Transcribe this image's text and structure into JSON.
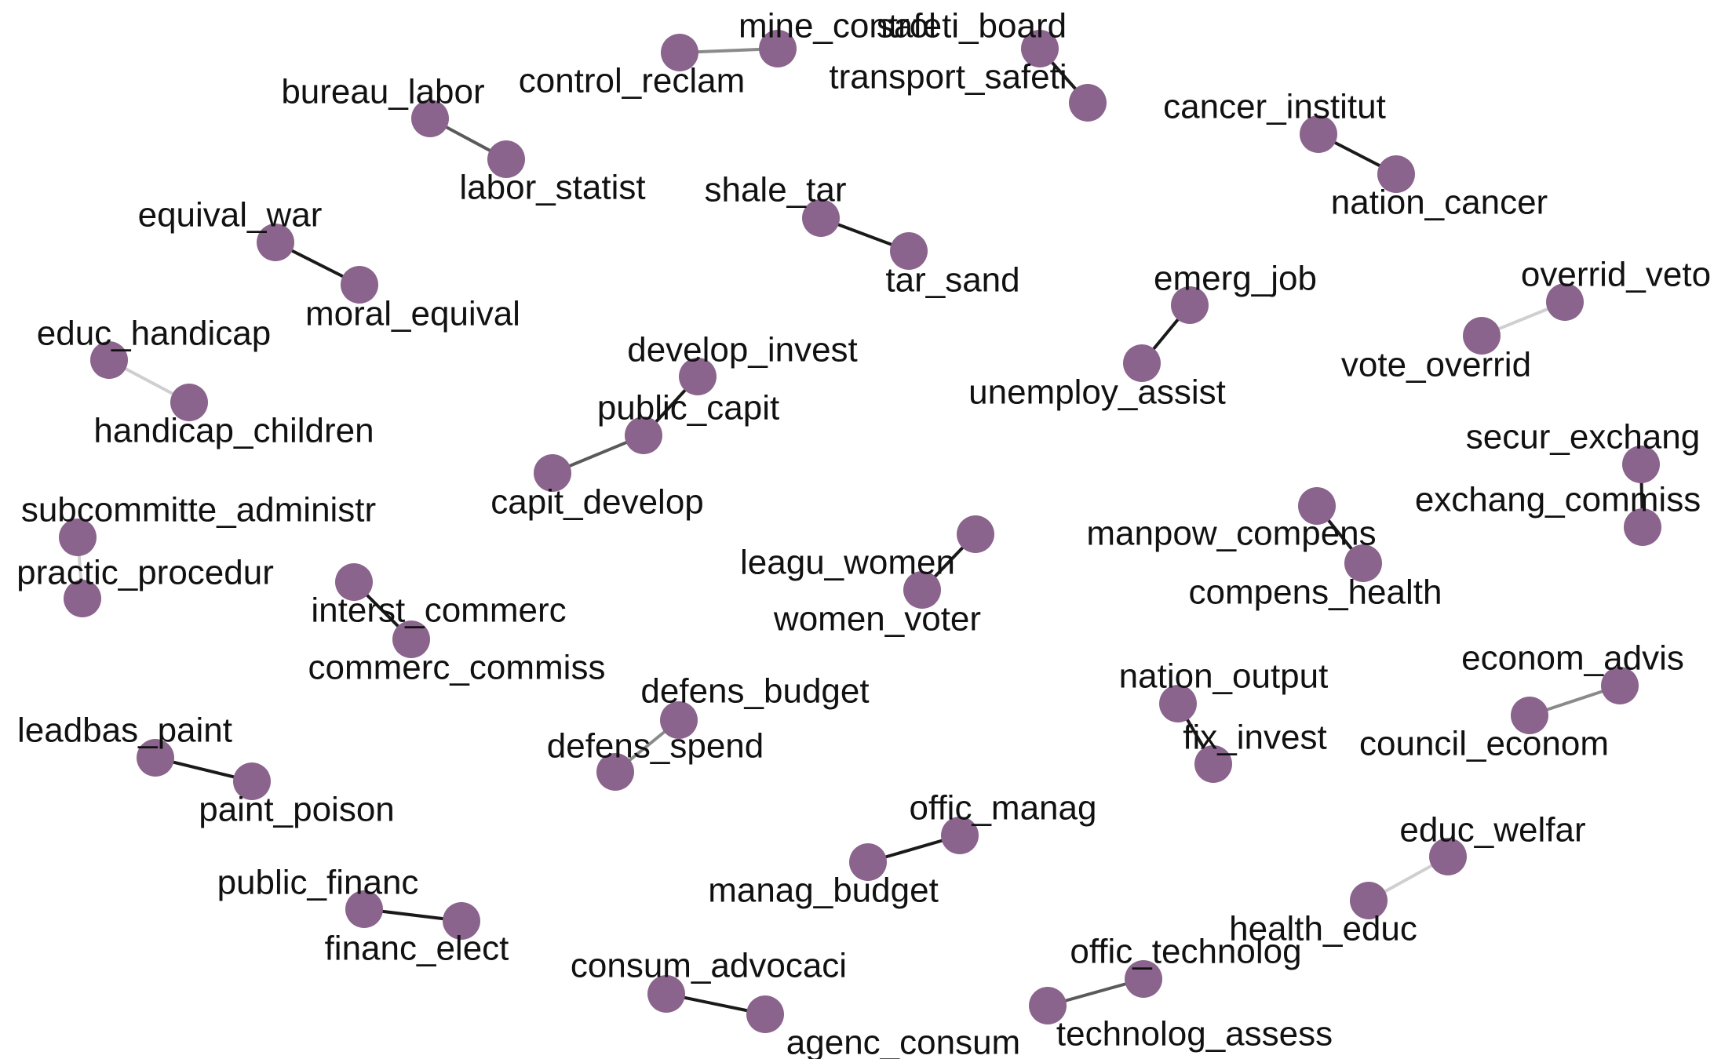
{
  "colors": {
    "node": "#8a648c",
    "background": "#ffffff",
    "edge_strong": "#1a1a1a",
    "edge_medium": "#5a5a5a",
    "edge_light": "#8a8a8a",
    "edge_faint": "#cfcfcf"
  },
  "graph": {
    "nodes": [
      {
        "id": "mine_control",
        "label": "mine_control"
      },
      {
        "id": "control_reclam",
        "label": "control_reclam"
      },
      {
        "id": "safeti_board",
        "label": "safeti_board"
      },
      {
        "id": "transport_safeti",
        "label": "transport_safeti"
      },
      {
        "id": "bureau_labor",
        "label": "bureau_labor"
      },
      {
        "id": "labor_statist",
        "label": "labor_statist"
      },
      {
        "id": "cancer_institut",
        "label": "cancer_institut"
      },
      {
        "id": "nation_cancer",
        "label": "nation_cancer"
      },
      {
        "id": "shale_tar",
        "label": "shale_tar"
      },
      {
        "id": "tar_sand",
        "label": "tar_sand"
      },
      {
        "id": "equival_war",
        "label": "equival_war"
      },
      {
        "id": "moral_equival",
        "label": "moral_equival"
      },
      {
        "id": "emerg_job",
        "label": "emerg_job"
      },
      {
        "id": "unemploy_assist",
        "label": "unemploy_assist"
      },
      {
        "id": "overrid_veto",
        "label": "overrid_veto"
      },
      {
        "id": "vote_overrid",
        "label": "vote_overrid"
      },
      {
        "id": "educ_handicap",
        "label": "educ_handicap"
      },
      {
        "id": "handicap_children",
        "label": "handicap_children"
      },
      {
        "id": "develop_invest",
        "label": "develop_invest"
      },
      {
        "id": "public_capit",
        "label": "public_capit"
      },
      {
        "id": "capit_develop",
        "label": "capit_develop"
      },
      {
        "id": "secur_exchang",
        "label": "secur_exchang"
      },
      {
        "id": "exchang_commiss",
        "label": "exchang_commiss"
      },
      {
        "id": "subcommitte_administr",
        "label": "subcommitte_administr"
      },
      {
        "id": "practic_procedur",
        "label": "practic_procedur"
      },
      {
        "id": "leagu_women",
        "label": "leagu_women"
      },
      {
        "id": "women_voter",
        "label": "women_voter"
      },
      {
        "id": "manpow_compens",
        "label": "manpow_compens"
      },
      {
        "id": "compens_health",
        "label": "compens_health"
      },
      {
        "id": "interst_commerc",
        "label": "interst_commerc"
      },
      {
        "id": "commerc_commiss",
        "label": "commerc_commiss"
      },
      {
        "id": "econom_advis",
        "label": "econom_advis"
      },
      {
        "id": "council_econom",
        "label": "council_econom"
      },
      {
        "id": "nation_output",
        "label": "nation_output"
      },
      {
        "id": "fix_invest",
        "label": "fix_invest"
      },
      {
        "id": "defens_budget",
        "label": "defens_budget"
      },
      {
        "id": "defens_spend",
        "label": "defens_spend"
      },
      {
        "id": "leadbas_paint",
        "label": "leadbas_paint"
      },
      {
        "id": "paint_poison",
        "label": "paint_poison"
      },
      {
        "id": "offic_manag",
        "label": "offic_manag"
      },
      {
        "id": "manag_budget",
        "label": "manag_budget"
      },
      {
        "id": "educ_welfar",
        "label": "educ_welfar"
      },
      {
        "id": "health_educ",
        "label": "health_educ"
      },
      {
        "id": "public_financ",
        "label": "public_financ"
      },
      {
        "id": "financ_elect",
        "label": "financ_elect"
      },
      {
        "id": "offic_technolog",
        "label": "offic_technolog"
      },
      {
        "id": "technolog_assess",
        "label": "technolog_assess"
      },
      {
        "id": "consum_advocaci",
        "label": "consum_advocaci"
      },
      {
        "id": "agenc_consum",
        "label": "agenc_consum"
      }
    ],
    "edges": [
      {
        "source": "control_reclam",
        "target": "mine_control",
        "strength": "light"
      },
      {
        "source": "safeti_board",
        "target": "transport_safeti",
        "strength": "strong"
      },
      {
        "source": "bureau_labor",
        "target": "labor_statist",
        "strength": "medium"
      },
      {
        "source": "cancer_institut",
        "target": "nation_cancer",
        "strength": "strong"
      },
      {
        "source": "shale_tar",
        "target": "tar_sand",
        "strength": "strong"
      },
      {
        "source": "equival_war",
        "target": "moral_equival",
        "strength": "strong"
      },
      {
        "source": "emerg_job",
        "target": "unemploy_assist",
        "strength": "strong"
      },
      {
        "source": "vote_overrid",
        "target": "overrid_veto",
        "strength": "faint"
      },
      {
        "source": "educ_handicap",
        "target": "handicap_children",
        "strength": "faint"
      },
      {
        "source": "develop_invest",
        "target": "public_capit",
        "strength": "strong"
      },
      {
        "source": "capit_develop",
        "target": "public_capit",
        "strength": "medium"
      },
      {
        "source": "secur_exchang",
        "target": "exchang_commiss",
        "strength": "strong"
      },
      {
        "source": "subcommitte_administr",
        "target": "practic_procedur",
        "strength": "faint"
      },
      {
        "source": "leagu_women",
        "target": "women_voter",
        "strength": "strong"
      },
      {
        "source": "manpow_compens",
        "target": "compens_health",
        "strength": "strong"
      },
      {
        "source": "interst_commerc",
        "target": "commerc_commiss",
        "strength": "strong"
      },
      {
        "source": "council_econom",
        "target": "econom_advis",
        "strength": "light"
      },
      {
        "source": "nation_output",
        "target": "fix_invest",
        "strength": "strong"
      },
      {
        "source": "defens_budget",
        "target": "defens_spend",
        "strength": "light"
      },
      {
        "source": "leadbas_paint",
        "target": "paint_poison",
        "strength": "strong"
      },
      {
        "source": "manag_budget",
        "target": "offic_manag",
        "strength": "strong"
      },
      {
        "source": "health_educ",
        "target": "educ_welfar",
        "strength": "faint"
      },
      {
        "source": "public_financ",
        "target": "financ_elect",
        "strength": "strong"
      },
      {
        "source": "technolog_assess",
        "target": "offic_technolog",
        "strength": "medium"
      },
      {
        "source": "consum_advocaci",
        "target": "agenc_consum",
        "strength": "strong"
      }
    ]
  }
}
